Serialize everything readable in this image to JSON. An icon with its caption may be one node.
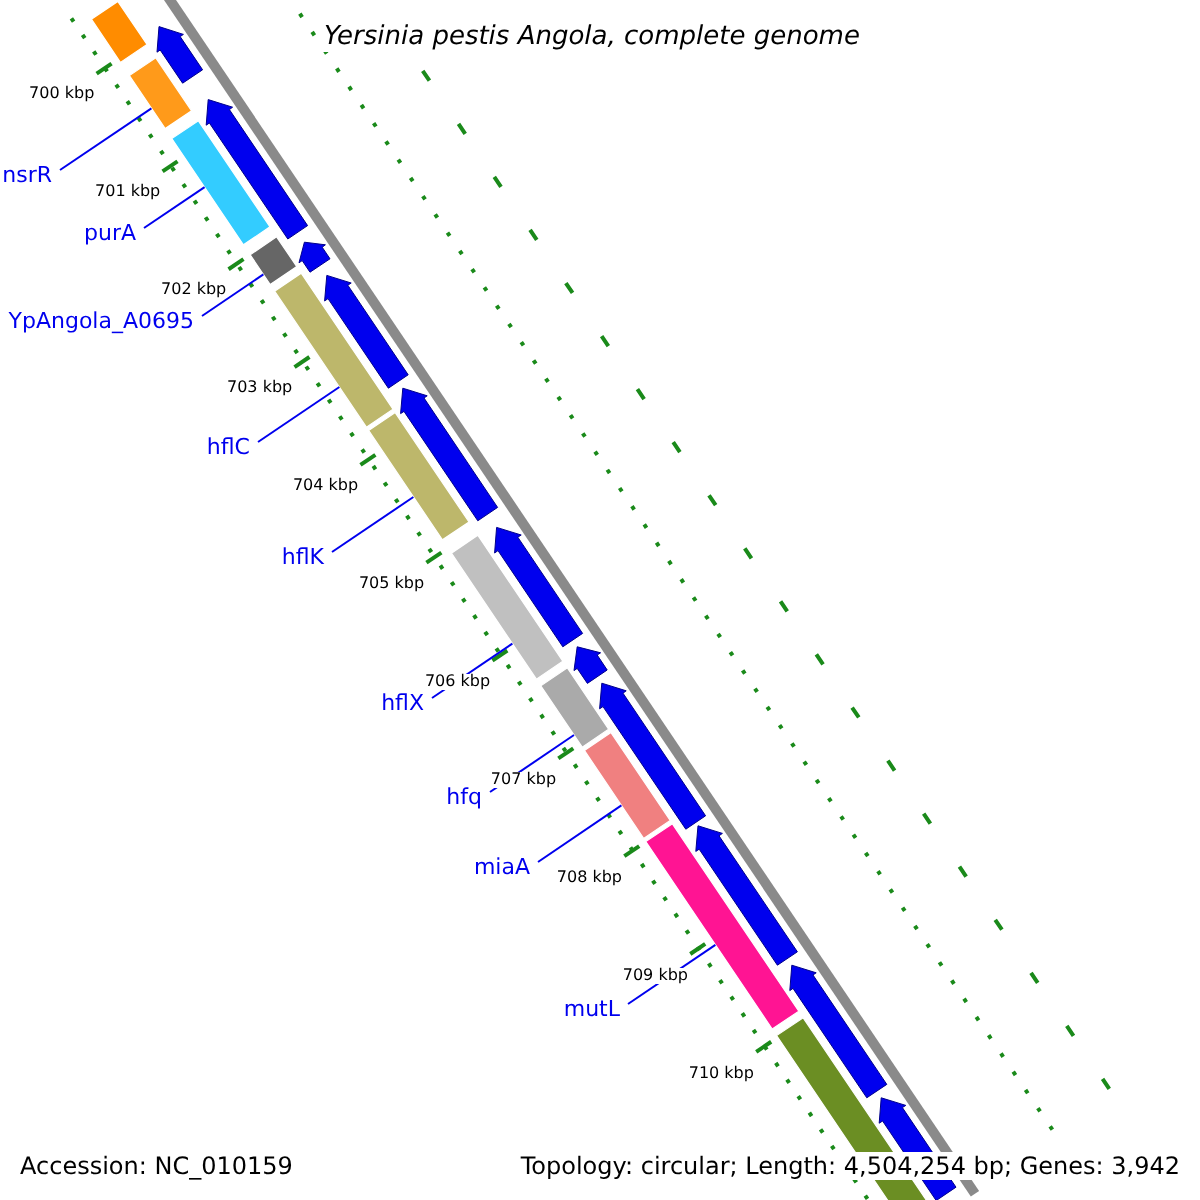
{
  "diagram": {
    "title": "Yersinia pestis Angola, complete genome",
    "nodes": [
      {
        "text": [
          "nsrR"
        ]
      },
      {
        "text": [
          "purA"
        ]
      },
      {
        "text": [
          "YpAngola_A0695"
        ]
      },
      {
        "text": [
          "hflC"
        ]
      },
      {
        "text": [
          "hflK"
        ]
      },
      {
        "text": [
          "hflX"
        ]
      },
      {
        "text": [
          "hfq"
        ]
      },
      {
        "text": [
          "miaA"
        ]
      },
      {
        "text": [
          "mutL"
        ]
      },
      {
        "text": [],
        "shape": "bar"
      },
      {
        "text": [],
        "shape": "bar"
      },
      {
        "text": [],
        "shape": "bar"
      },
      {
        "text": [],
        "shape": "bar"
      },
      {
        "text": [],
        "shape": "bar"
      },
      {
        "text": [],
        "shape": "bar"
      },
      {
        "text": [],
        "shape": "bar"
      },
      {
        "text": [],
        "shape": "bar"
      },
      {
        "text": [],
        "shape": "bar"
      },
      {
        "text": [],
        "shape": "bar"
      },
      {
        "text": [],
        "shape": "bar"
      },
      {
        "text": [],
        "shape": "arrow"
      },
      {
        "text": [],
        "shape": "arrow"
      },
      {
        "text": [],
        "shape": "arrow"
      },
      {
        "text": [],
        "shape": "arrow"
      },
      {
        "text": [],
        "shape": "arrow"
      },
      {
        "text": [],
        "shape": "arrow"
      },
      {
        "text": [],
        "shape": "arrow"
      },
      {
        "text": [],
        "shape": "arrow"
      },
      {
        "text": [],
        "shape": "arrow"
      },
      {
        "text": [],
        "shape": "arrow"
      },
      {
        "text": [],
        "shape": "arrow"
      }
    ],
    "edges": [
      {
        "from": 0,
        "to": 10,
        "arrow": "none"
      },
      {
        "from": 1,
        "to": 11,
        "arrow": "none"
      },
      {
        "from": 2,
        "to": 12,
        "arrow": "none"
      },
      {
        "from": 3,
        "to": 13,
        "arrow": "none"
      },
      {
        "from": 4,
        "to": 14,
        "arrow": "none"
      },
      {
        "from": 5,
        "to": 15,
        "arrow": "none"
      },
      {
        "from": 6,
        "to": 16,
        "arrow": "none"
      },
      {
        "from": 7,
        "to": 17,
        "arrow": "none"
      },
      {
        "from": 8,
        "to": 18,
        "arrow": "none"
      }
    ],
    "labels": [
      "700 kbp",
      "701 kbp",
      "702 kbp",
      "703 kbp",
      "704 kbp",
      "705 kbp",
      "706 kbp",
      "707 kbp",
      "708 kbp",
      "709 kbp",
      "710 kbp",
      "Accession: NC_010159",
      "Topology: circular; Length: 4,504,254 bp; Genes: 3,942"
    ]
  }
}
